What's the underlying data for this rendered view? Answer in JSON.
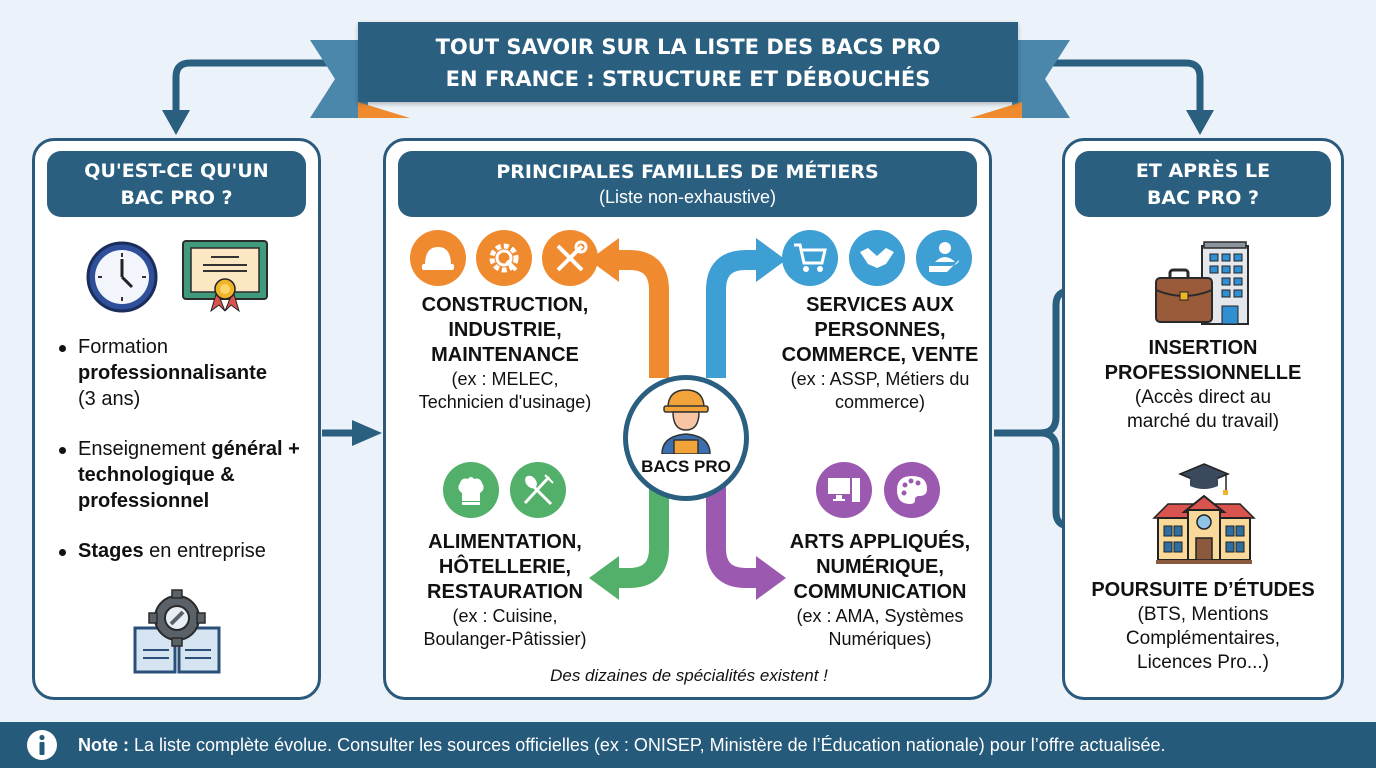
{
  "title": {
    "line1": "TOUT SAVOIR SUR LA LISTE DES BACS PRO",
    "line2": "EN FRANCE : STRUCTURE ET DÉBOUCHÉS"
  },
  "left_panel": {
    "header_line1": "QU'EST-CE QU'UN",
    "header_line2": "BAC PRO ?",
    "icons": [
      "clock-icon",
      "diploma-icon",
      "gear-book-icon"
    ],
    "bullets": [
      {
        "pre": "Formation",
        "bold": "professionnalisante",
        "post": "(3 ans)"
      },
      {
        "pre": "Enseignement ",
        "bold": "général + technologique & professionnel",
        "post": ""
      },
      {
        "pre": "",
        "bold": "Stages",
        "post": " en entreprise"
      }
    ]
  },
  "center_panel": {
    "header": "PRINCIPALES FAMILLES DE MÉTIERS",
    "subheader": "(Liste non-exhaustive)",
    "hub_label": "BACS PRO",
    "families": [
      {
        "title": "CONSTRUCTION, INDUSTRIE, MAINTENANCE",
        "title_lines": [
          "CONSTRUCTION,",
          "INDUSTRIE,",
          "MAINTENANCE"
        ],
        "examples": [
          "(ex : MELEC,",
          "Technicien d'usinage)"
        ],
        "color": "#ef8a2f",
        "icons": [
          "hard-hat-icon",
          "gear-wrench-icon",
          "tools-icon"
        ]
      },
      {
        "title": "SERVICES AUX PERSONNES, COMMERCE, VENTE",
        "title_lines": [
          "SERVICES AUX",
          "PERSONNES,",
          "COMMERCE, VENTE"
        ],
        "examples": [
          "(ex : ASSP, Métiers du",
          "commerce)"
        ],
        "color": "#3d9fd3",
        "icons": [
          "shopping-cart-icon",
          "handshake-icon",
          "person-care-icon"
        ]
      },
      {
        "title": "ALIMENTATION, HÔTELLERIE, RESTAURATION",
        "title_lines": [
          "ALIMENTATION,",
          "HÔTELLERIE,",
          "RESTAURATION"
        ],
        "examples": [
          "(ex : Cuisine,",
          "Boulanger-Pâtissier)"
        ],
        "color": "#53b06a",
        "icons": [
          "chef-hat-icon",
          "fork-spoon-icon"
        ]
      },
      {
        "title": "ARTS APPLIQUÉS, NUMÉRIQUE, COMMUNICATION",
        "title_lines": [
          "ARTS APPLIQUÉS,",
          "NUMÉRIQUE,",
          "COMMUNICATION"
        ],
        "examples": [
          "(ex : AMA, Systèmes",
          "Numériques)"
        ],
        "color": "#9b59b0",
        "icons": [
          "computer-icon",
          "palette-icon"
        ]
      }
    ],
    "footnote": "Des dizaines de spécialités existent !"
  },
  "right_panel": {
    "header_line1": "ET APRÈS LE",
    "header_line2": "BAC PRO ?",
    "outcomes": [
      {
        "title_lines": [
          "INSERTION",
          "PROFESSIONNELLE"
        ],
        "detail_lines": [
          "(Accès direct au",
          "marché du travail)"
        ],
        "icon": "briefcase-building-icon"
      },
      {
        "title_lines": [
          "POURSUITE D’ÉTUDES"
        ],
        "detail_lines": [
          "(BTS, Mentions",
          "Complémentaires,",
          "Licences Pro...)"
        ],
        "icon": "school-graduation-icon"
      }
    ]
  },
  "footer": {
    "label": "Note :",
    "text": " La liste complète évolue. Consulter les sources officielles (ex : ONISEP, Ministère de l’Éducation nationale) pour l’offre actualisée.",
    "icon": "info-icon"
  },
  "colors": {
    "primary": "#2a5f80",
    "orange": "#ef8a2f",
    "blue": "#3d9fd3",
    "green": "#53b06a",
    "purple": "#9b59b0",
    "background": "#ebf2f9"
  }
}
